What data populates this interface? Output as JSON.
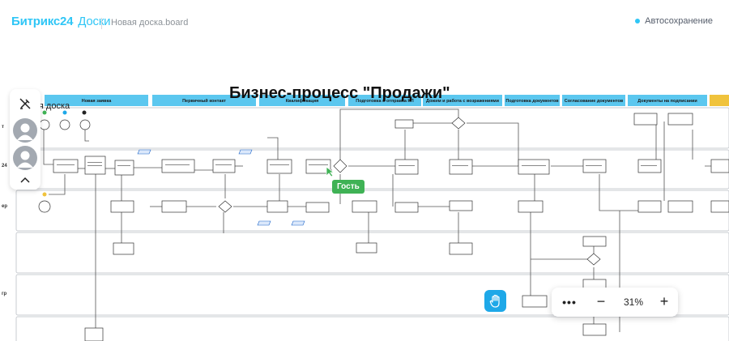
{
  "header": {
    "logo_brand": "Битрикс",
    "logo_num": "24",
    "logo_app": "Доски",
    "doc_name": "Новая доска.board",
    "autosave": "Автосохранение"
  },
  "board": {
    "title": "Бизнес-процесс \"Продажи\"",
    "subtitle": "Новая доска"
  },
  "stages": [
    "Новая заявка",
    "Первичный контакт",
    "Квалификация",
    "Подготовка и отправка КП",
    "Дожим и работа с возражениями",
    "Подготовка документов",
    "Согласование документов",
    "Документы на подписании"
  ],
  "lane_labels": [
    "т",
    "24",
    "ер",
    "гр"
  ],
  "guest_label": "Гость",
  "zoom": {
    "more": "•••",
    "minus": "−",
    "value": "31%",
    "plus": "+"
  },
  "colors": {
    "brand": "#2fc6f6",
    "stage_bg": "#5bc7ef",
    "guest": "#3fb255",
    "hand_tool": "#1ea8e8"
  },
  "icons": {
    "draw_off": "pen-off-icon",
    "collapse": "chevron-up-icon",
    "hand": "hand-icon"
  }
}
